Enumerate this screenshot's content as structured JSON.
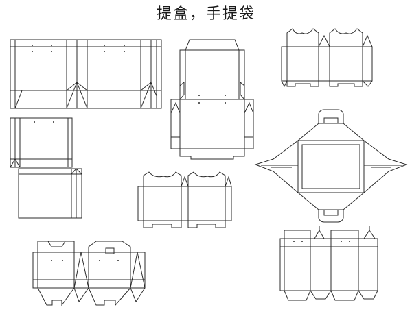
{
  "page": {
    "title": "提盒，手提袋",
    "colors": {
      "background": "#ffffff",
      "line": "#2b2b2b"
    }
  },
  "dielines": [
    {
      "name": "bag-dieline-wide"
    },
    {
      "name": "bag-dieline-small-upper"
    },
    {
      "name": "bag-dieline-small-lower"
    },
    {
      "name": "cross-tray-dieline"
    },
    {
      "name": "handle-box-dieline-top-right"
    },
    {
      "name": "handle-box-dieline-center"
    },
    {
      "name": "diamond-carrier-dieline"
    },
    {
      "name": "handle-box-dieline-bottom-left"
    },
    {
      "name": "handle-box-dieline-bottom-right"
    }
  ]
}
